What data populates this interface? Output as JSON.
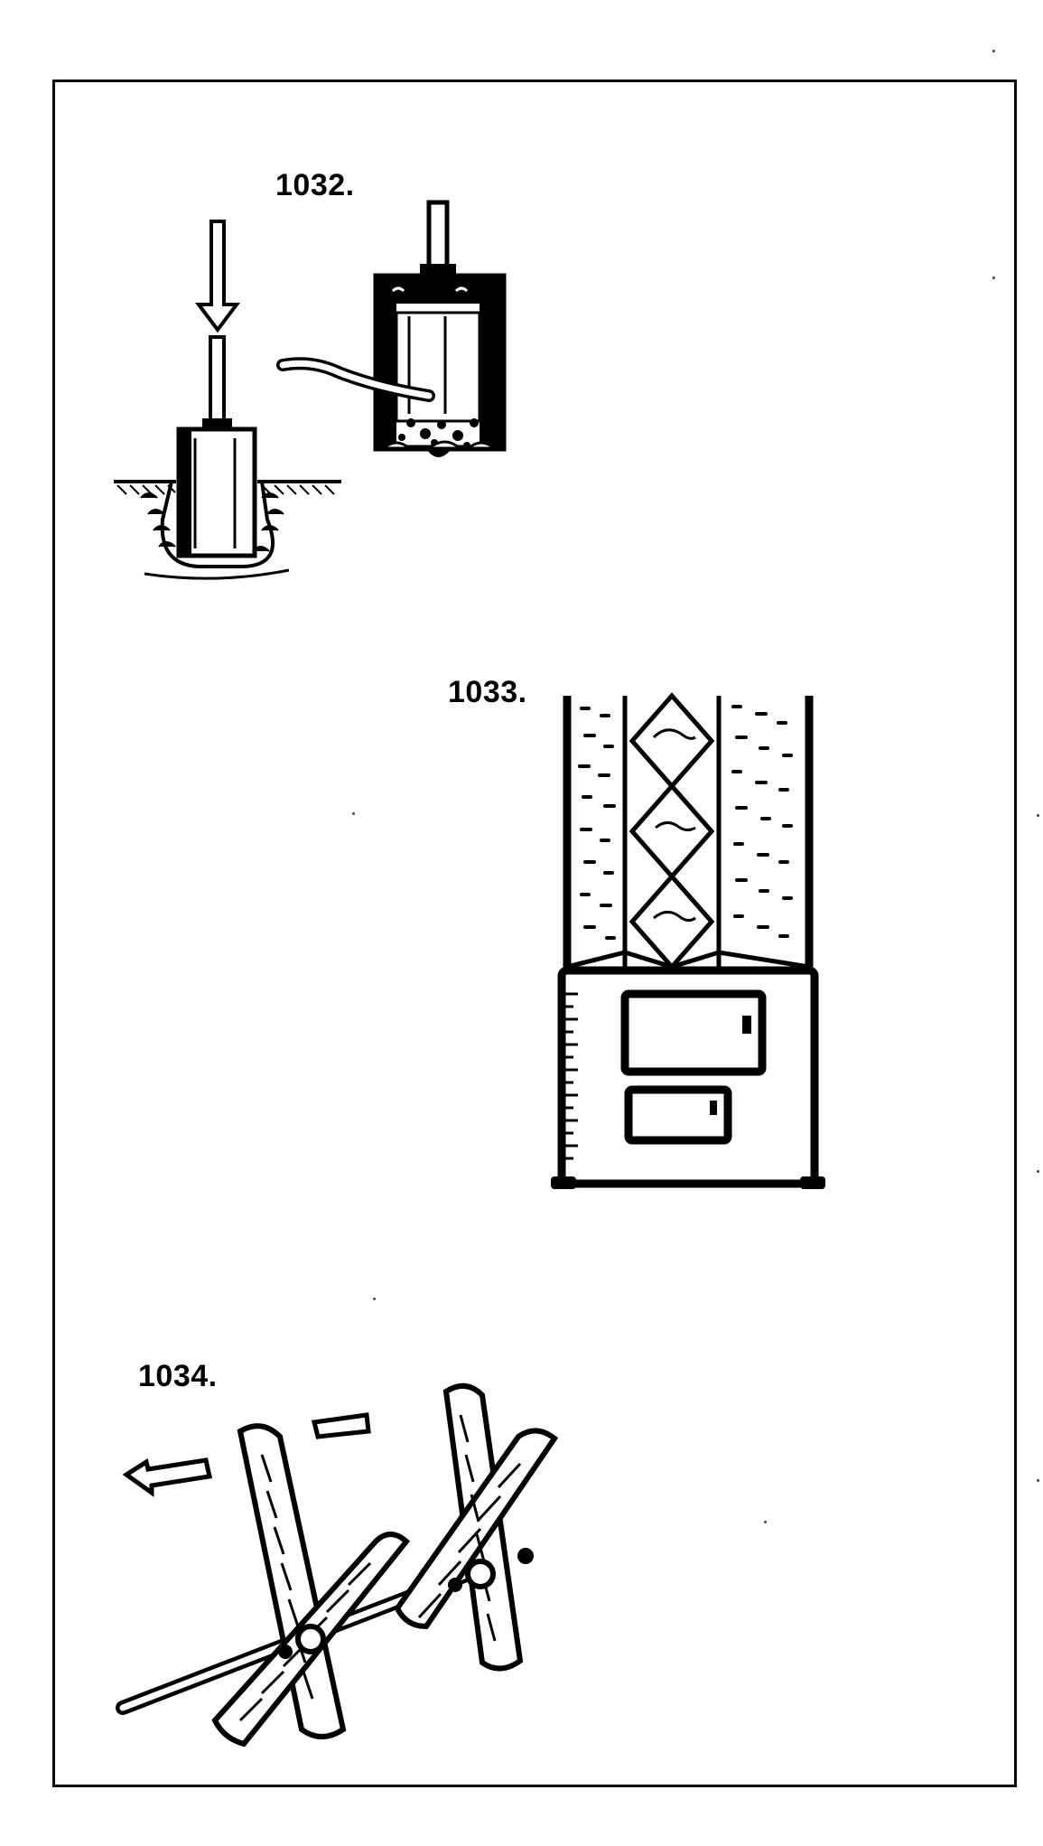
{
  "figures": [
    {
      "number": "1032."
    },
    {
      "number": "1033."
    },
    {
      "number": "1034."
    }
  ]
}
